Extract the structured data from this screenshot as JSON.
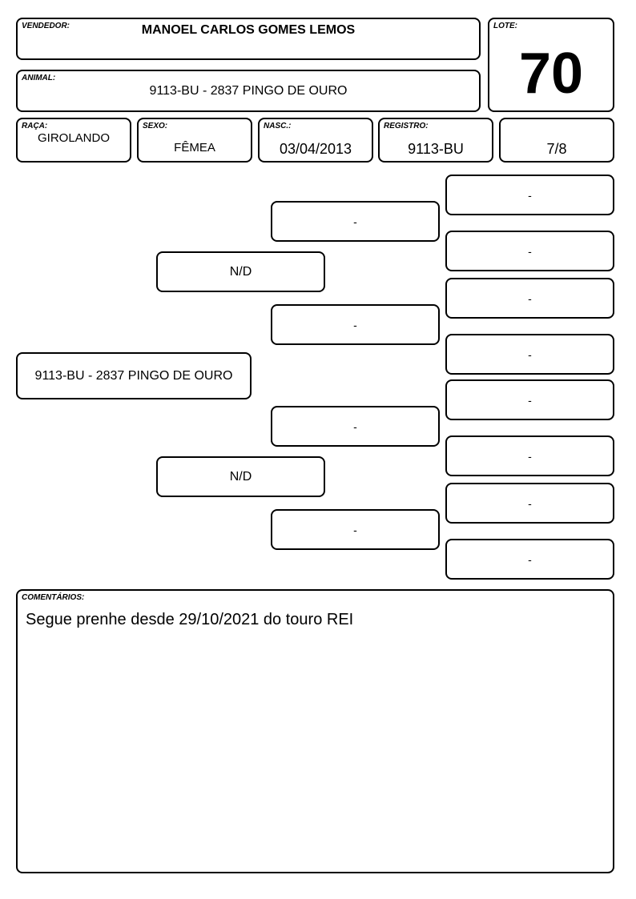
{
  "vendedor": {
    "label": "VENDEDOR:",
    "value": "MANOEL CARLOS GOMES LEMOS"
  },
  "lote": {
    "label": "LOTE:",
    "value": "70"
  },
  "animal": {
    "label": "ANIMAL:",
    "value": "9113-BU - 2837 PINGO DE OURO"
  },
  "raca": {
    "label": "RAÇA:",
    "value": "GIROLANDO"
  },
  "sexo": {
    "label": "SEXO:",
    "value": "FÊMEA"
  },
  "nasc": {
    "label": "NASC.:",
    "value": "03/04/2013"
  },
  "registro": {
    "label": "REGISTRO:",
    "value": "9113-BU"
  },
  "grau": {
    "value": "7/8"
  },
  "pedigree": {
    "subject": "9113-BU - 2837 PINGO DE OURO",
    "sire": "N/D",
    "dam": "N/D",
    "paternal_grandsire": "-",
    "paternal_granddam": "-",
    "maternal_grandsire": "-",
    "maternal_granddam": "-",
    "great_grandparents": [
      "-",
      "-",
      "-",
      "-",
      "-",
      "-",
      "-",
      "-"
    ]
  },
  "comentarios": {
    "label": "COMENTÁRIOS:",
    "value": "Segue prenhe desde 29/10/2021 do touro REI"
  }
}
